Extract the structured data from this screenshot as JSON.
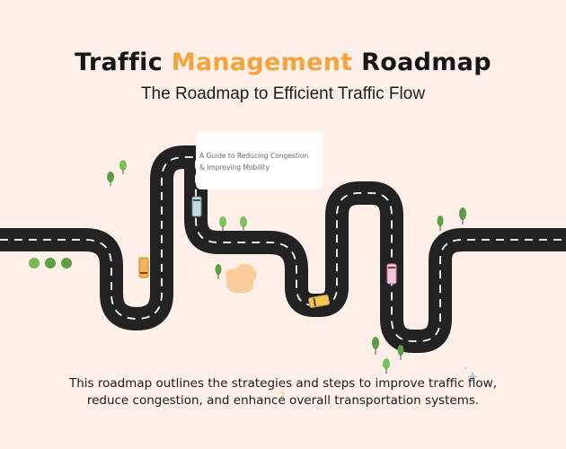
{
  "header": {
    "title_part1": "Traffic ",
    "title_accent": "Management",
    "title_part2": " Roadmap",
    "subtitle": "The Roadmap to Efficient Traffic Flow"
  },
  "callout": {
    "line1": "A Guide to Reducing Congestion",
    "line2": "& Improving Mobility"
  },
  "description": {
    "line1": "This roadmap outlines the strategies and steps to improve traffic flow,",
    "line2": "reduce congestion, and enhance overall transportation systems."
  },
  "colors": {
    "background": "#FEF0E8",
    "accent": "#F5A33A",
    "road": "#2A2A2A",
    "road_marking": "#FFFFFF",
    "tree_light": "#7CC35C",
    "tree_dark": "#5A9E45",
    "car_orange": "#F5B45A",
    "car_blue": "#BFDCE0",
    "car_yellow": "#F2C85B",
    "car_pink": "#F6C2DA",
    "pond": "#F8CD99"
  },
  "icons": {
    "cars": [
      "car-orange-icon",
      "car-blue-icon",
      "car-yellow-icon",
      "car-pink-icon"
    ],
    "dots": 3,
    "sparkle": "sparkle-icon"
  }
}
